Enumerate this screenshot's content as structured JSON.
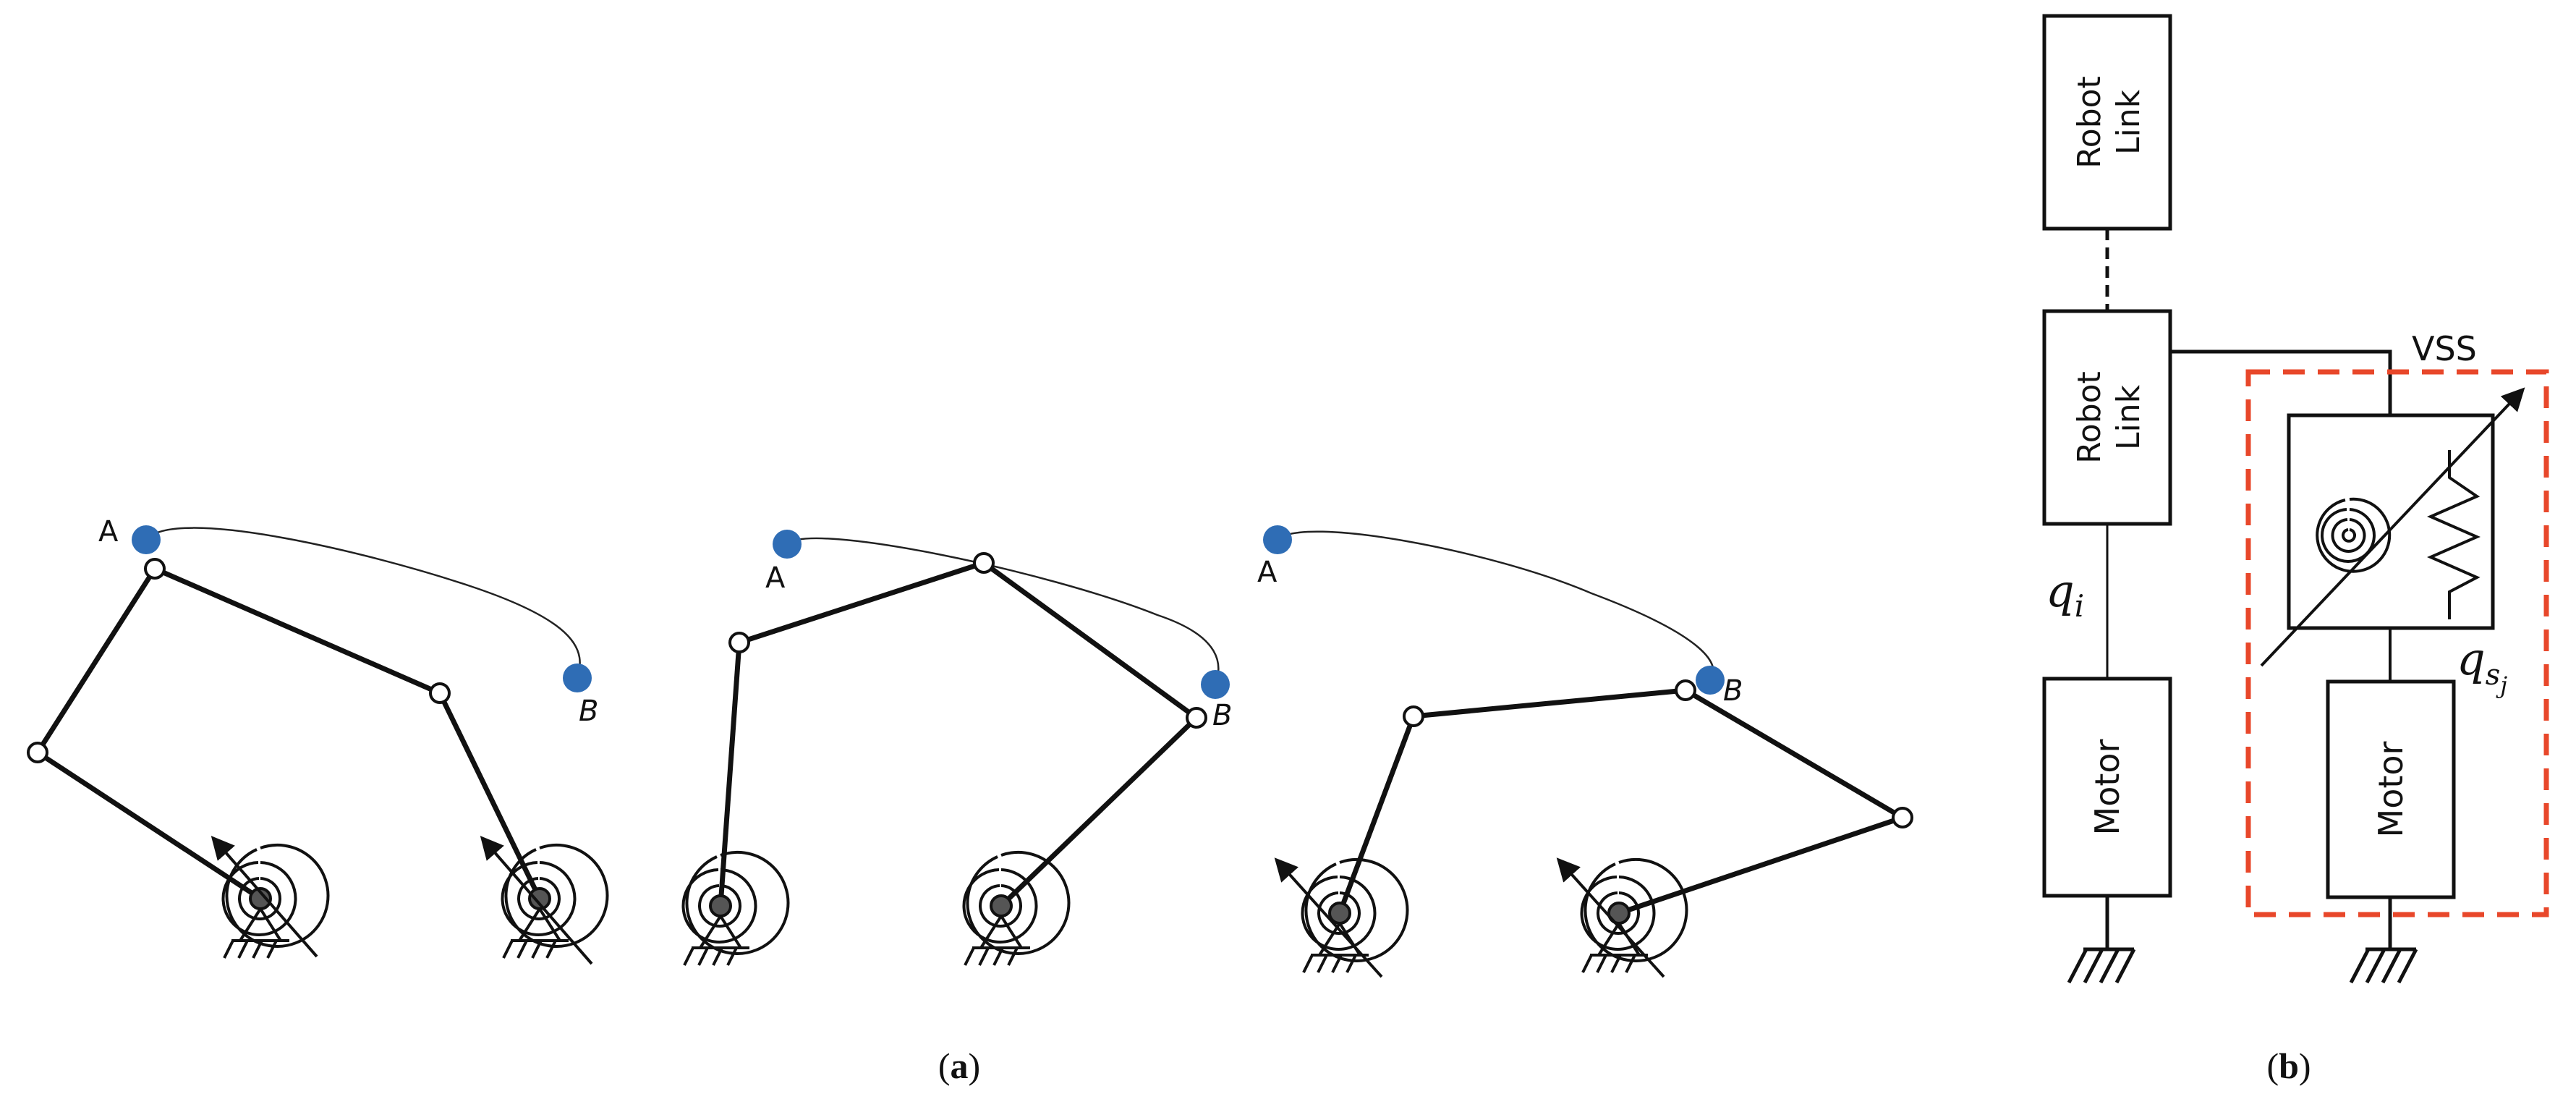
{
  "panel_a": {
    "caption_open": "(",
    "caption_letter": "a",
    "caption_close": ")",
    "point_labels": {
      "start": "A",
      "end": "B"
    },
    "colors": {
      "target_point": "#2f6db5",
      "links": "#111111"
    }
  },
  "panel_b": {
    "caption_open": "(",
    "caption_letter": "b",
    "caption_close": ")",
    "top_link_label": [
      "Robot",
      "Link"
    ],
    "mid_link_label": [
      "Robot",
      "Link"
    ],
    "motor_left_label": "Motor",
    "motor_right_label": "Motor",
    "vss_label": "VSS",
    "joint_var_symbol": "q",
    "joint_var_sub": "i",
    "spring_var_symbol": "q",
    "spring_var_sub": "s",
    "spring_var_subsub": "j",
    "colors": {
      "vss_outline": "#e8472a"
    }
  }
}
